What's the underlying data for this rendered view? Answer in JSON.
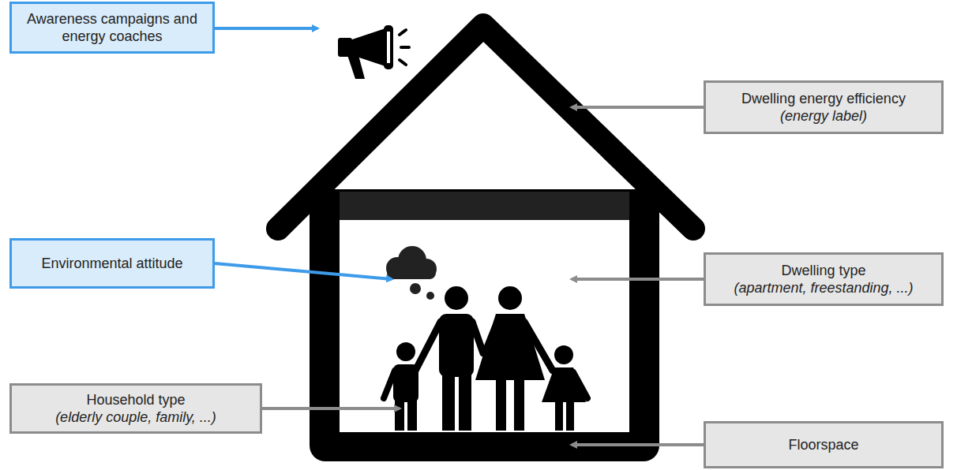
{
  "diagram": {
    "nodes": [
      {
        "text": [
          "Awareness campaigns and energy coaches"
        ]
      },
      {
        "text": [
          "Dwelling energy efficiency",
          "(energy label)"
        ]
      },
      {
        "text": [
          "Environmental attitude"
        ]
      },
      {
        "text": [
          "Dwelling type",
          "(apartment, freestanding, ...)"
        ]
      },
      {
        "text": [
          "Household type",
          "(elderly couple, family, ...)"
        ]
      },
      {
        "text": [
          "Floorspace"
        ]
      }
    ]
  }
}
